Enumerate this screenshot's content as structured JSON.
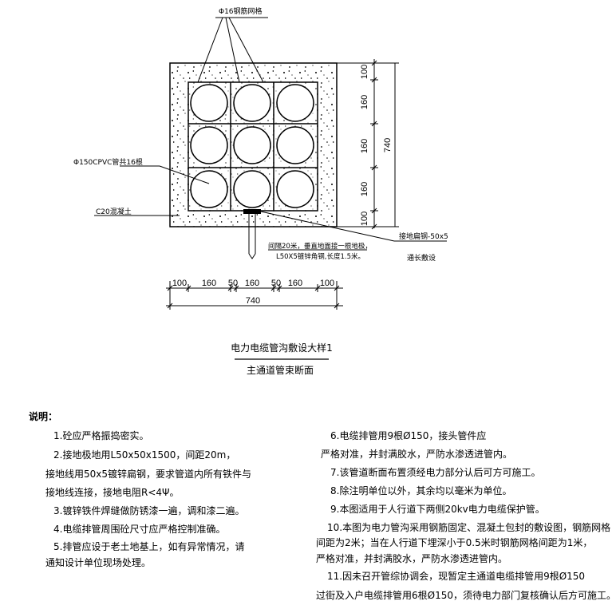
{
  "labels": {
    "rebar_mesh": "Φ16钢筋网格",
    "pipes": "Φ150CPVC管共16根",
    "concrete": "C20混凝土",
    "ground_steel": "接地扁钢-50x5",
    "laid_full_length": "通长敷设",
    "ground_rod_line1": "间隔20米，垂直地面接一根地极，",
    "ground_rod_line2": "L50X5镀锌角钢,长度1.5米。"
  },
  "dims": {
    "right": [
      "100",
      "160",
      "160",
      "160",
      "100"
    ],
    "right_total": "740",
    "bottom": [
      "100",
      "160",
      "50",
      "160",
      "50",
      "160",
      "100"
    ],
    "bottom_total": "740"
  },
  "title": {
    "main": "电力电缆管沟敷设大样1",
    "sub": "主通道管束断面"
  },
  "notes": {
    "heading": "说明：",
    "left": [
      "1.砼应严格振捣密实。",
      "2.接地极地用L50x50x1500，间距20m，",
      "接地线用50x5镀锌扁钢，要求管道内所有铁件与",
      "接地线连接，接地电阻R<4Ψ。",
      "3.镀锌铁件焊缝做防锈漆一遍，调和漆二遍。",
      "4.电缆排管周围砼尺寸应严格控制准确。",
      "5.排管应设于老土地基上，如有异常情况，请",
      "通知设计单位现场处理。"
    ],
    "right": [
      "6.电缆排管用9根Ø150，接头管件应",
      "严格对准，并封满胶水，严防水渗透进管内。",
      "7.该管道断面布置须经电力部分认后可方可施工。",
      "8.除注明单位以外，其余均以毫米为单位。",
      "9.本图适用于人行道下两侧20kv电力电缆保护管。",
      "10.本图为电力管沟采用钢筋固定、混凝土包封的敷设图，钢筋网格",
      "间距为2米；当在人行道下埋深小于0.5米时钢筋网格间距为1米，",
      "严格对准，并封满胶水，严防水渗透进管内。",
      "11.因未召开管综协调会，现暂定主通道电缆排管用9根Ø150",
      "过街及入户电缆排管用6根Ø150，须待电力部门复核确认后方可施工。"
    ]
  }
}
